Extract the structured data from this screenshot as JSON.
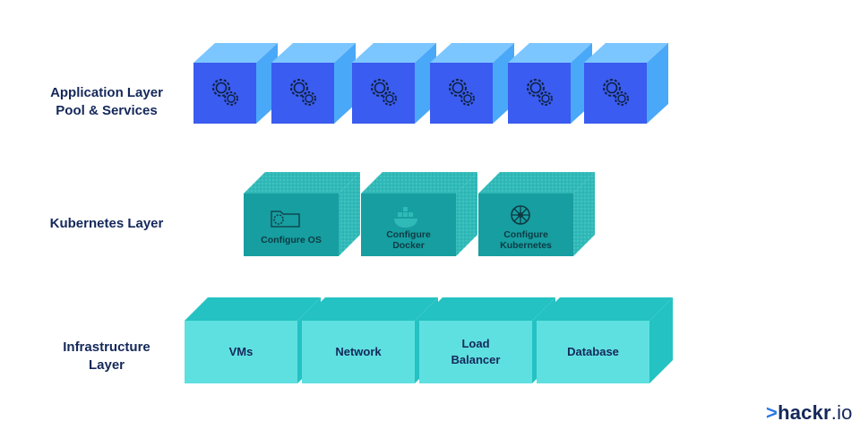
{
  "layers": {
    "application": {
      "label": "Application Layer\nPool & Services",
      "unit_count": 6,
      "unit_icon": "gears-icon"
    },
    "kubernetes": {
      "label": "Kubernetes Layer",
      "boxes": [
        {
          "label": "Configure OS",
          "icon": "gear-folder-icon"
        },
        {
          "label": "Configure\nDocker",
          "icon": "docker-whale-icon"
        },
        {
          "label": "Configure\nKubernetes",
          "icon": "kubernetes-helm-icon"
        }
      ]
    },
    "infrastructure": {
      "label": "Infrastructure\nLayer",
      "boxes": [
        {
          "label": "VMs"
        },
        {
          "label": "Network"
        },
        {
          "label": "Load\nBalancer"
        },
        {
          "label": "Database"
        }
      ]
    }
  },
  "logo": {
    "prefix": ">",
    "name": "hackr",
    "tld": ".io"
  },
  "colors": {
    "app_front": "#3a5cf0",
    "app_back": "#4aa8f8",
    "k8s_front": "#179ea0",
    "k8s_back": "#2fbab8",
    "infra_front": "#5fe0e0",
    "infra_back": "#24c2c2",
    "label_text": "#14285a",
    "logo_accent": "#2a78e4"
  }
}
